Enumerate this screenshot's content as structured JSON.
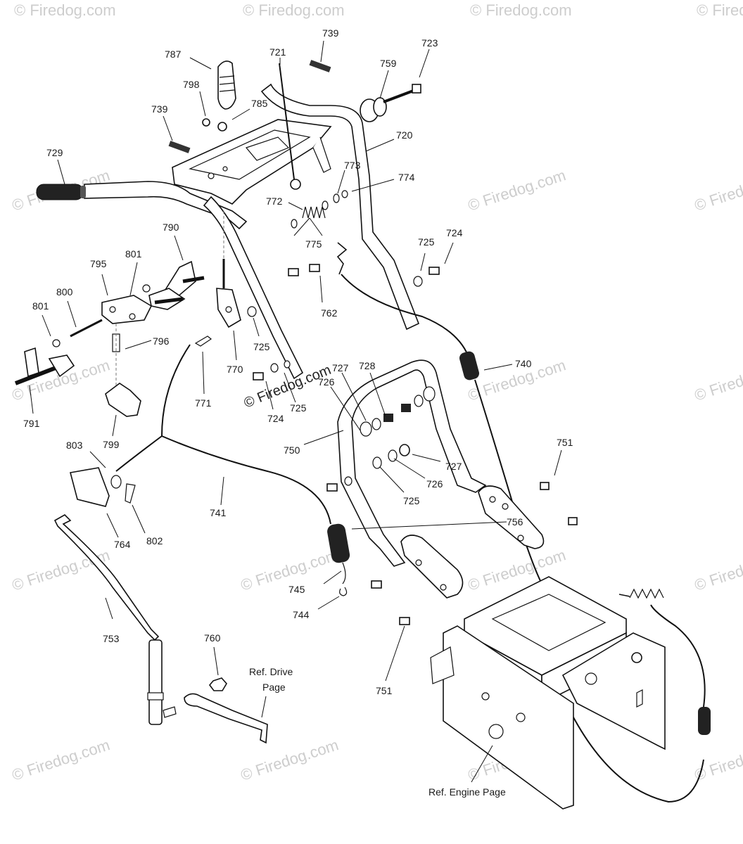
{
  "watermark": "© Firedog.com",
  "part_labels": {
    "p739a": "739",
    "p721": "721",
    "p787": "787",
    "p759": "759",
    "p723": "723",
    "p798": "798",
    "p785": "785",
    "p739b": "739",
    "p720": "720",
    "p729": "729",
    "p773": "773",
    "p774": "774",
    "p772": "772",
    "p775": "775",
    "p790": "790",
    "p725a": "725",
    "p724a": "724",
    "p801a": "801",
    "p795": "795",
    "p800": "800",
    "p801b": "801",
    "p762": "762",
    "p796": "796",
    "p725b": "725",
    "p770": "770",
    "p740": "740",
    "p727a": "727",
    "p728": "728",
    "p726a": "726",
    "p771": "771",
    "p724b": "724",
    "p725c": "725",
    "p791": "791",
    "p799": "799",
    "p750": "750",
    "p751a": "751",
    "p803": "803",
    "p727b": "727",
    "p726b": "726",
    "p725d": "725",
    "p741": "741",
    "p756": "756",
    "p764": "764",
    "p802": "802",
    "p745": "745",
    "p744": "744",
    "p753": "753",
    "p760": "760",
    "p751b": "751"
  },
  "references": {
    "drive_line1": "Ref. Drive",
    "drive_line2": "Page",
    "engine": "Ref. Engine Page"
  }
}
